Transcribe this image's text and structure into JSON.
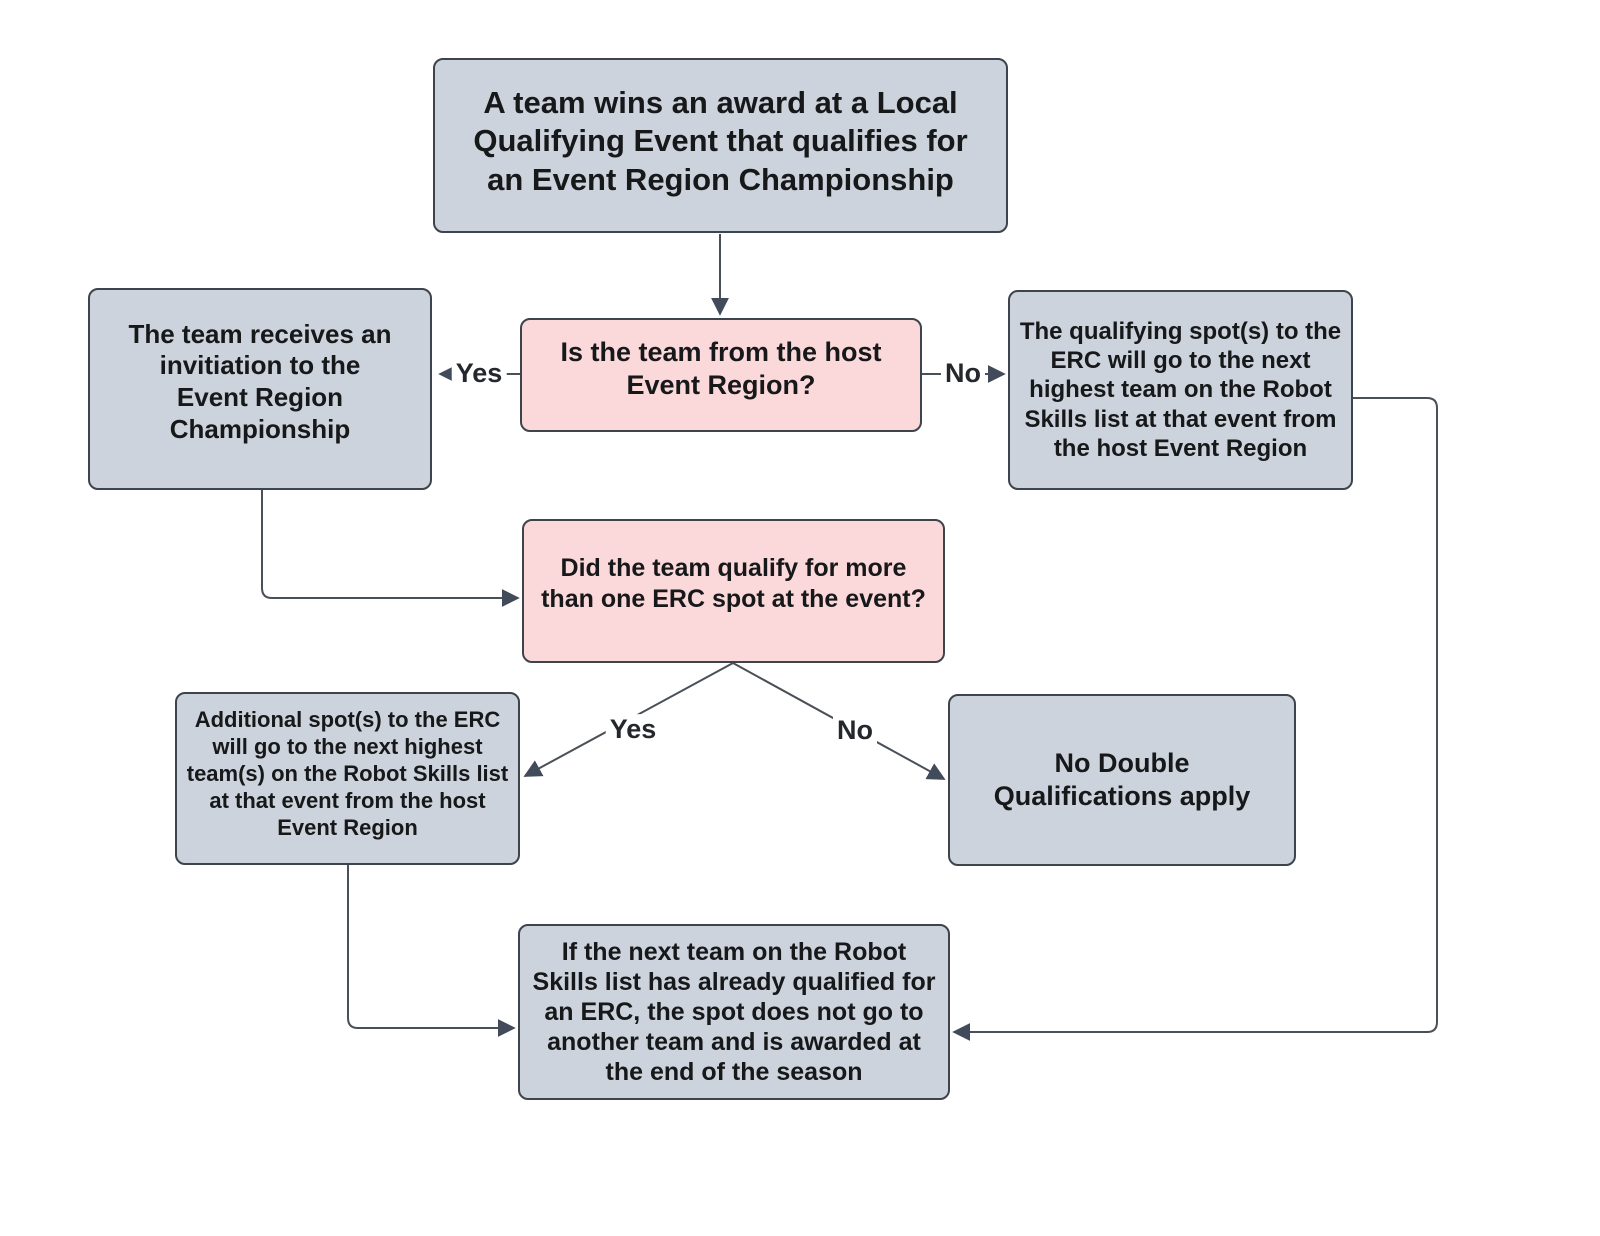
{
  "colors": {
    "node_fill": "#ccd3dc",
    "decision_fill": "#fbd8da",
    "node_border": "#3d444c",
    "line": "#4a5057",
    "arrow": "#414b59",
    "text": "#17181a",
    "background": "#ffffff"
  },
  "nodes": {
    "start": {
      "text": "A team wins an award at a Local\nQualifying Event that qualifies for\nan Event Region Championship"
    },
    "host_decision": {
      "text": "Is the team from the host\nEvent Region?"
    },
    "invitation": {
      "text": "The team receives an\ninvitiation to the\nEvent Region\nChampionship"
    },
    "qualifying_spot": {
      "text": "The qualifying spot(s) to the\nERC will go to the next\nhighest team on the Robot\nSkills list at that event from\nthe host Event Region"
    },
    "multi_decision": {
      "text": "Did the team qualify for more\nthan one ERC spot at the event?"
    },
    "additional_spots": {
      "text": "Additional spot(s) to the ERC\nwill go to the next highest\nteam(s) on the Robot Skills list\nat that event from the host\nEvent Region"
    },
    "no_double": {
      "text": "No Double\nQualifications apply"
    },
    "season_award": {
      "text": "If the next team on the Robot\nSkills list has already qualified for\nan ERC, the spot does not go to\nanother team and is awarded at\nthe end of the season"
    }
  },
  "edge_labels": {
    "host_yes": "Yes",
    "host_no": "No",
    "multi_yes": "Yes",
    "multi_no": "No"
  }
}
